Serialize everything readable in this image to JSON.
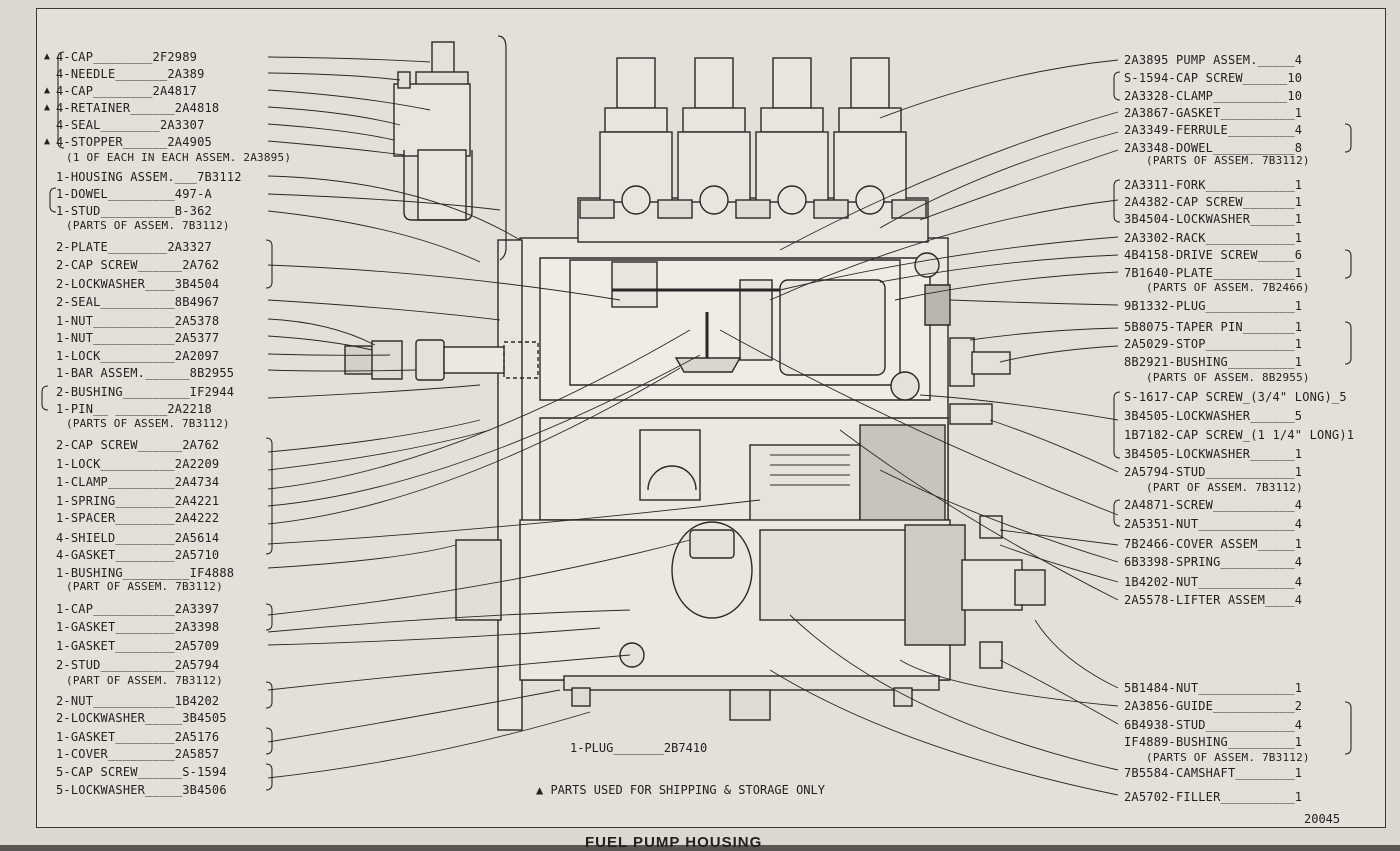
{
  "caption": "FUEL PUMP HOUSING",
  "page_number": "20045",
  "shipping_note": "▲ PARTS USED FOR SHIPPING & STORAGE ONLY",
  "plug_label": "1-PLUG_______2B7410",
  "left_labels": [
    {
      "text": "4-CAP________2F2989",
      "marker": "▲"
    },
    {
      "text": "4-NEEDLE_______2A389",
      "marker": ""
    },
    {
      "text": "4-CAP________2A4817",
      "marker": "▲"
    },
    {
      "text": "4-RETAINER______2A4818",
      "marker": "▲"
    },
    {
      "text": "4-SEAL________2A3307",
      "marker": ""
    },
    {
      "text": "4-STOPPER______2A4905",
      "marker": "▲"
    },
    {
      "text": "(1 OF EACH IN EACH ASSEM. 2A3895)",
      "marker": ""
    },
    {
      "text": "1-HOUSING ASSEM.___7B3112",
      "marker": ""
    },
    {
      "text": "1-DOWEL_________497-A",
      "marker": ""
    },
    {
      "text": "1-STUD__________B-362",
      "marker": ""
    },
    {
      "text": "(PARTS OF ASSEM. 7B3112)",
      "marker": ""
    },
    {
      "text": "2-PLATE________2A3327",
      "marker": ""
    },
    {
      "text": "2-CAP SCREW______2A762",
      "marker": ""
    },
    {
      "text": "2-LOCKWASHER____3B4504",
      "marker": ""
    },
    {
      "text": "2-SEAL__________8B4967",
      "marker": ""
    },
    {
      "text": "1-NUT___________2A5378",
      "marker": ""
    },
    {
      "text": "1-NUT___________2A5377",
      "marker": ""
    },
    {
      "text": "1-LOCK__________2A2097",
      "marker": ""
    },
    {
      "text": "1-BAR ASSEM.______8B2955",
      "marker": ""
    },
    {
      "text": "2-BUSHING_________IF2944",
      "marker": ""
    },
    {
      "text": "1-PIN__ _______2A2218",
      "marker": ""
    },
    {
      "text": "(PARTS OF ASSEM. 7B3112)",
      "marker": ""
    },
    {
      "text": "2-CAP SCREW______2A762",
      "marker": ""
    },
    {
      "text": "1-LOCK__________2A2209",
      "marker": ""
    },
    {
      "text": "1-CLAMP_________2A4734",
      "marker": ""
    },
    {
      "text": "1-SPRING________2A4221",
      "marker": ""
    },
    {
      "text": "1-SPACER________2A4222",
      "marker": ""
    },
    {
      "text": "4-SHIELD________2A5614",
      "marker": ""
    },
    {
      "text": "4-GASKET________2A5710",
      "marker": ""
    },
    {
      "text": "1-BUSHING_________IF4888",
      "marker": ""
    },
    {
      "text": "(PART OF ASSEM. 7B3112)",
      "marker": ""
    },
    {
      "text": "1-CAP___________2A3397",
      "marker": ""
    },
    {
      "text": "1-GASKET________2A3398",
      "marker": ""
    },
    {
      "text": "1-GASKET________2A5709",
      "marker": ""
    },
    {
      "text": "2-STUD__________2A5794",
      "marker": ""
    },
    {
      "text": "(PART OF ASSEM. 7B3112)",
      "marker": ""
    },
    {
      "text": "2-NUT___________1B4202",
      "marker": ""
    },
    {
      "text": "2-LOCKWASHER_____3B4505",
      "marker": ""
    },
    {
      "text": "1-GASKET________2A5176",
      "marker": ""
    },
    {
      "text": "1-COVER_________2A5857",
      "marker": ""
    },
    {
      "text": "5-CAP SCREW______S-1594",
      "marker": ""
    },
    {
      "text": "5-LOCKWASHER_____3B4506",
      "marker": ""
    }
  ],
  "right_labels": [
    "2A3895 PUMP ASSEM._____4",
    "S-1594-CAP SCREW______10",
    "2A3328-CLAMP__________10",
    "2A3867-GASKET__________1",
    "2A3349-FERRULE_________4",
    "2A3348-DOWEL___________8",
    "(PARTS OF ASSEM. 7B3112)",
    "2A3311-FORK____________1",
    "2A4382-CAP SCREW_______1",
    "3B4504-LOCKWASHER______1",
    "2A3302-RACK____________1",
    "4B4158-DRIVE SCREW_____6",
    "7B1640-PLATE___________1",
    "(PARTS OF ASSEM. 7B2466)",
    "9B1332-PLUG____________1",
    "5B8075-TAPER PIN_______1",
    "2A5029-STOP____________1",
    "8B2921-BUSHING_________1",
    "(PARTS OF ASSEM. 8B2955)",
    "S-1617-CAP SCREW_(3/4\" LONG)_5",
    "3B4505-LOCKWASHER______5",
    "1B7182-CAP SCREW_(1 1/4\" LONG)1",
    "3B4505-LOCKWASHER______1",
    "2A5794-STUD____________1",
    "(PART OF ASSEM. 7B3112)",
    "2A4871-SCREW___________4",
    "2A5351-NUT_____________4",
    "7B2466-COVER ASSEM_____1",
    "6B3398-SPRING__________4",
    "1B4202-NUT_____________4",
    "2A5578-LIFTER ASSEM____4",
    "5B1484-NUT_____________1",
    "2A3856-GUIDE___________2",
    "6B4938-STUD____________4",
    "IF4889-BUSHING_________1",
    "(PARTS OF ASSEM. 7B3112)",
    "7B5584-CAMSHAFT________1",
    "2A5702-FILLER__________1"
  ]
}
